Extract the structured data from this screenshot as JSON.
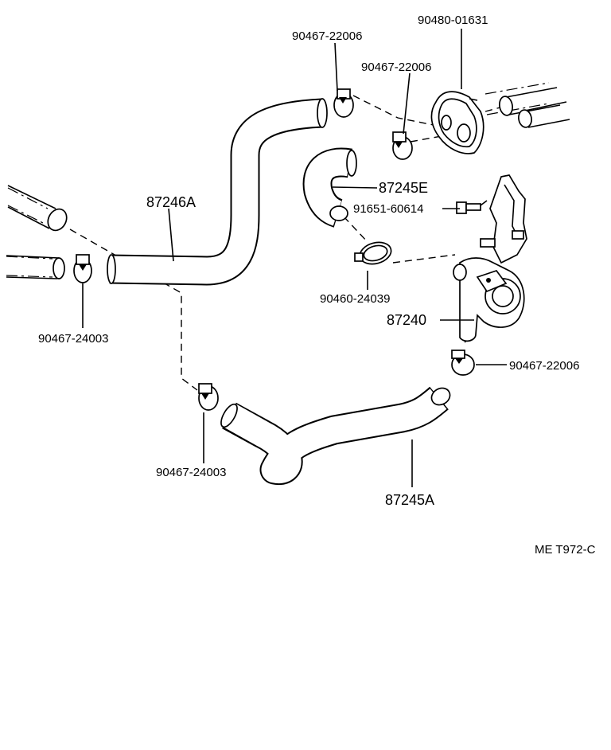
{
  "diagram_code": "ME T972-C",
  "callouts": {
    "clamp_top_left": "90467-22006",
    "grommet": "90480-01631",
    "clamp_top_mid": "90467-22006",
    "hose_upper": "87245E",
    "hose_main": "87246A",
    "bolt": "91651-60614",
    "clamp_band": "90460-24039",
    "valve": "87240",
    "clamp_valve": "90467-22006",
    "clamp_left": "90467-24003",
    "clamp_bottom": "90467-24003",
    "hose_lower": "87245A"
  }
}
